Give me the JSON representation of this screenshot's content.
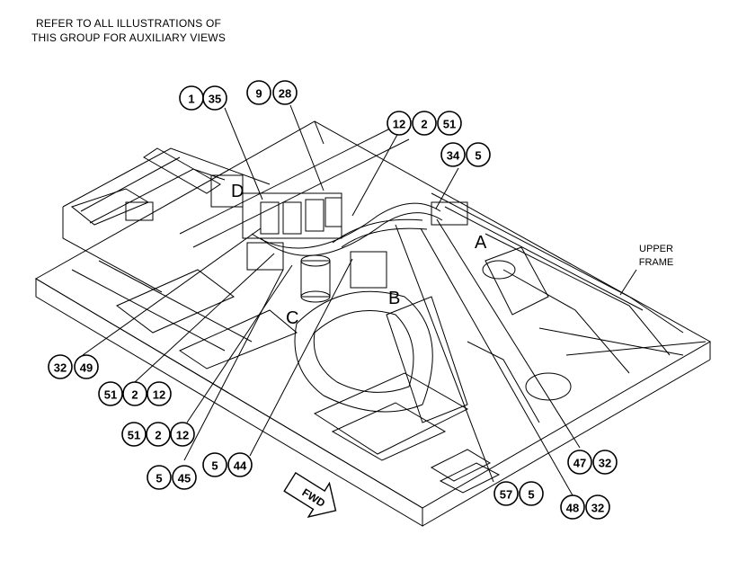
{
  "header_note": {
    "line1": "REFER TO ALL ILLUSTRATIONS OF",
    "line2": "THIS GROUP FOR AUXILIARY VIEWS"
  },
  "view_labels": [
    "D",
    "A",
    "B",
    "C"
  ],
  "frame_label": {
    "line1": "UPPER",
    "line2": "FRAME"
  },
  "fwd_label": "FWD",
  "callouts": [
    {
      "id": "c-1-35",
      "numbers": [
        "1",
        "35"
      ]
    },
    {
      "id": "c-9-28",
      "numbers": [
        "9",
        "28"
      ]
    },
    {
      "id": "c-12-2-51-top",
      "numbers": [
        "12",
        "2",
        "51"
      ]
    },
    {
      "id": "c-34-5",
      "numbers": [
        "34",
        "5"
      ]
    },
    {
      "id": "c-32-49",
      "numbers": [
        "32",
        "49"
      ]
    },
    {
      "id": "c-51-2-12-a",
      "numbers": [
        "51",
        "2",
        "12"
      ]
    },
    {
      "id": "c-51-2-12-b",
      "numbers": [
        "51",
        "2",
        "12"
      ]
    },
    {
      "id": "c-5-45",
      "numbers": [
        "5",
        "45"
      ]
    },
    {
      "id": "c-5-44",
      "numbers": [
        "5",
        "44"
      ]
    },
    {
      "id": "c-57-5",
      "numbers": [
        "57",
        "5"
      ]
    },
    {
      "id": "c-48-32",
      "numbers": [
        "48",
        "32"
      ]
    },
    {
      "id": "c-47-32",
      "numbers": [
        "47",
        "32"
      ]
    }
  ]
}
